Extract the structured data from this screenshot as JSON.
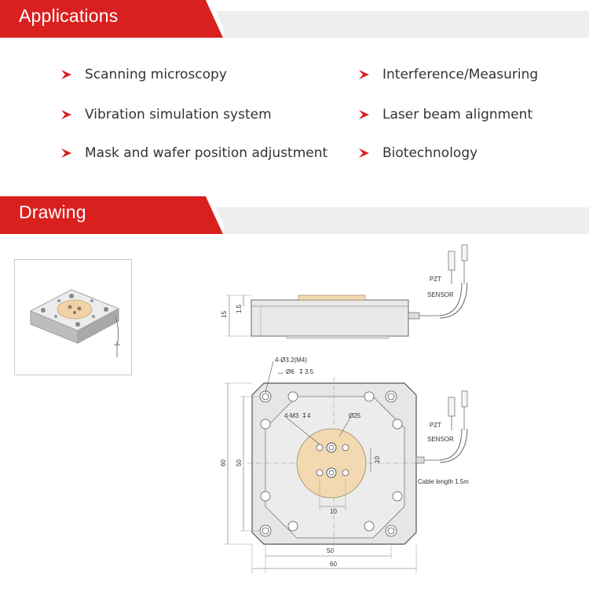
{
  "sections": {
    "applications": {
      "title": "Applications"
    },
    "drawing": {
      "title": "Drawing"
    }
  },
  "applications": {
    "left": [
      "Scanning microscopy",
      "Vibration simulation system",
      "Mask and wafer position adjustment"
    ],
    "right": [
      "Interference/Measuring",
      "Laser beam alignment",
      "Biotechnology"
    ]
  },
  "drawing_labels": {
    "side_height": "15",
    "side_step": "1.5",
    "pzt": "PZT",
    "sensor": "SENSOR",
    "pzt2": "PZT",
    "sensor2": "SENSOR",
    "holes_outer": "4-Ø3.2(M4)",
    "counterbore": "Ø6",
    "counterbore_depth": "3.5",
    "holes_inner": "4-M3",
    "holes_inner_depth": "4",
    "center_dia": "Ø25",
    "height_outer": "60",
    "height_inner": "50",
    "inner_10_v": "10",
    "inner_10_h": "10",
    "cable_length": "Cable length 1.5m",
    "width_inner": "50",
    "width_outer": "60"
  },
  "colors": {
    "accent_red": "#d9201f",
    "header_gray": "#eeeeee",
    "stage_tan": "#f3d9b1",
    "body_gray": "#e6e6e6"
  },
  "icons": {
    "bullet": "red-chevron-arrow-icon"
  }
}
